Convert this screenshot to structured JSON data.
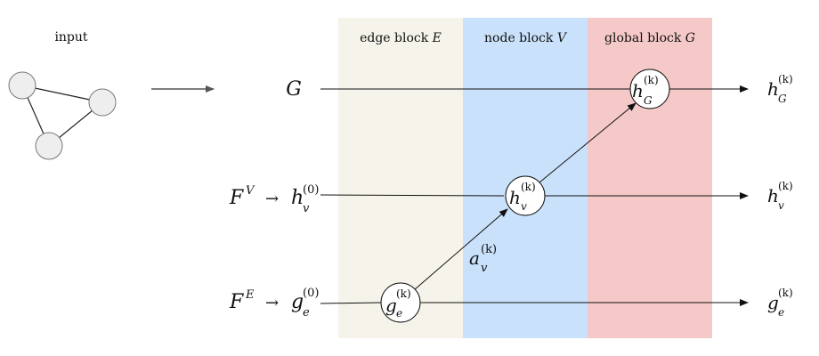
{
  "input_panel": {
    "label": "input"
  },
  "blocks": {
    "edge": {
      "label": "edge block",
      "symbol": "E",
      "color": "#f6f3ea"
    },
    "node": {
      "label": "node block",
      "symbol": "V",
      "color": "#c9e1fa"
    },
    "global": {
      "label": "global block",
      "symbol": "G",
      "color": "#f6c9c9"
    }
  },
  "inputs": {
    "global": {
      "base": "G"
    },
    "node": {
      "F": "F",
      "F_sup": "V",
      "h": "h",
      "h_sub": "v",
      "h_sup": "(0)"
    },
    "edge": {
      "F": "F",
      "F_sup": "E",
      "g": "g",
      "g_sub": "e",
      "g_sup": "(0)"
    }
  },
  "circles": {
    "edge": {
      "base": "g",
      "sub": "e",
      "sup": "(k)"
    },
    "node": {
      "base": "h",
      "sub": "v",
      "sup": "(k)"
    },
    "global": {
      "base": "h",
      "sub": "G",
      "sup": "(k)"
    }
  },
  "aggregate_label": {
    "base": "a",
    "sub": "v",
    "sup": "(k)"
  },
  "outputs": {
    "global": {
      "base": "h",
      "sub": "G",
      "sup": "(k)"
    },
    "node": {
      "base": "h",
      "sub": "v",
      "sup": "(k)"
    },
    "edge": {
      "base": "g",
      "sub": "e",
      "sup": "(k)"
    }
  },
  "arrow_symbol": "→"
}
